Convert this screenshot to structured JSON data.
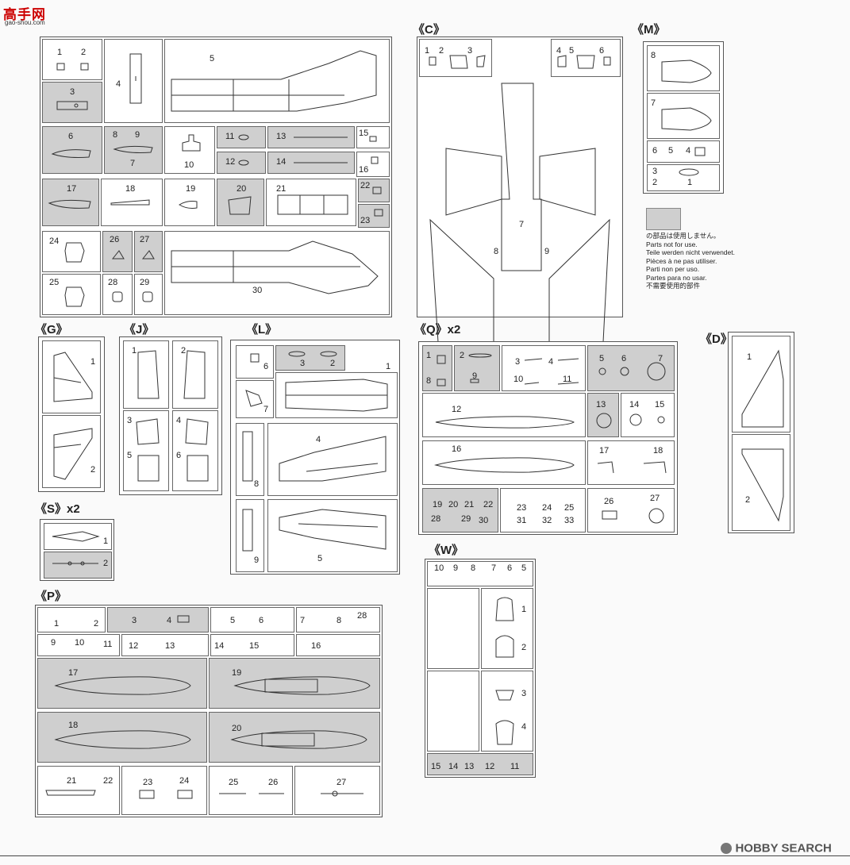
{
  "site_logo": {
    "text": "高手网",
    "subtext": "gao-shou.com"
  },
  "watermark": "HOBBY SEARCH",
  "legend": {
    "lines": [
      "の部品は使用しません。",
      "Parts not for use.",
      "Teile werden nicht verwendet.",
      "Pièces à ne pas utiliser.",
      "Parti non per uso.",
      "Partes para no usar.",
      "不需要使用的部件"
    ]
  },
  "sprues": {
    "top_left": {
      "tag": "",
      "parts": [
        "1",
        "2",
        "3",
        "4",
        "5",
        "6",
        "7",
        "8",
        "9",
        "10",
        "11",
        "12",
        "13",
        "14",
        "15",
        "16",
        "17",
        "18",
        "19",
        "20",
        "21",
        "22",
        "23",
        "24",
        "25",
        "26",
        "27",
        "28",
        "29",
        "30"
      ]
    },
    "C": {
      "tag": "《C》",
      "parts": [
        "1",
        "2",
        "3",
        "4",
        "5",
        "6",
        "7",
        "8",
        "9"
      ]
    },
    "M": {
      "tag": "《M》",
      "parts": [
        "8",
        "7",
        "6",
        "5",
        "4",
        "3",
        "2",
        "1"
      ]
    },
    "G": {
      "tag": "《G》",
      "parts": [
        "1",
        "2"
      ]
    },
    "J": {
      "tag": "《J》",
      "parts": [
        "1",
        "2",
        "3",
        "4",
        "5",
        "6"
      ]
    },
    "L": {
      "tag": "《L》",
      "parts": [
        "6",
        "3",
        "2",
        "1",
        "7",
        "8",
        "4",
        "9",
        "5"
      ]
    },
    "Q": {
      "tag": "《Q》x2",
      "parts": [
        "1",
        "8",
        "2",
        "9",
        "3",
        "4",
        "10",
        "11",
        "5",
        "6",
        "7",
        "12",
        "13",
        "14",
        "15",
        "16",
        "17",
        "18",
        "19",
        "20",
        "21",
        "22",
        "28",
        "29",
        "30",
        "23",
        "24",
        "25",
        "31",
        "32",
        "33",
        "26",
        "27"
      ]
    },
    "D": {
      "tag": "《D》",
      "parts": [
        "1",
        "2"
      ]
    },
    "S": {
      "tag": "《S》x2",
      "parts": [
        "1",
        "2"
      ]
    },
    "W": {
      "tag": "《W》",
      "parts": [
        "10",
        "9",
        "8",
        "7",
        "6",
        "5",
        "1",
        "2",
        "3",
        "4",
        "15",
        "14",
        "13",
        "12",
        "11"
      ]
    },
    "P": {
      "tag": "《P》",
      "parts": [
        "1",
        "2",
        "3",
        "4",
        "5",
        "6",
        "7",
        "8",
        "28",
        "9",
        "10",
        "11",
        "12",
        "13",
        "14",
        "15",
        "16",
        "17",
        "19",
        "18",
        "20",
        "21",
        "22",
        "23",
        "24",
        "25",
        "26",
        "27"
      ]
    }
  }
}
